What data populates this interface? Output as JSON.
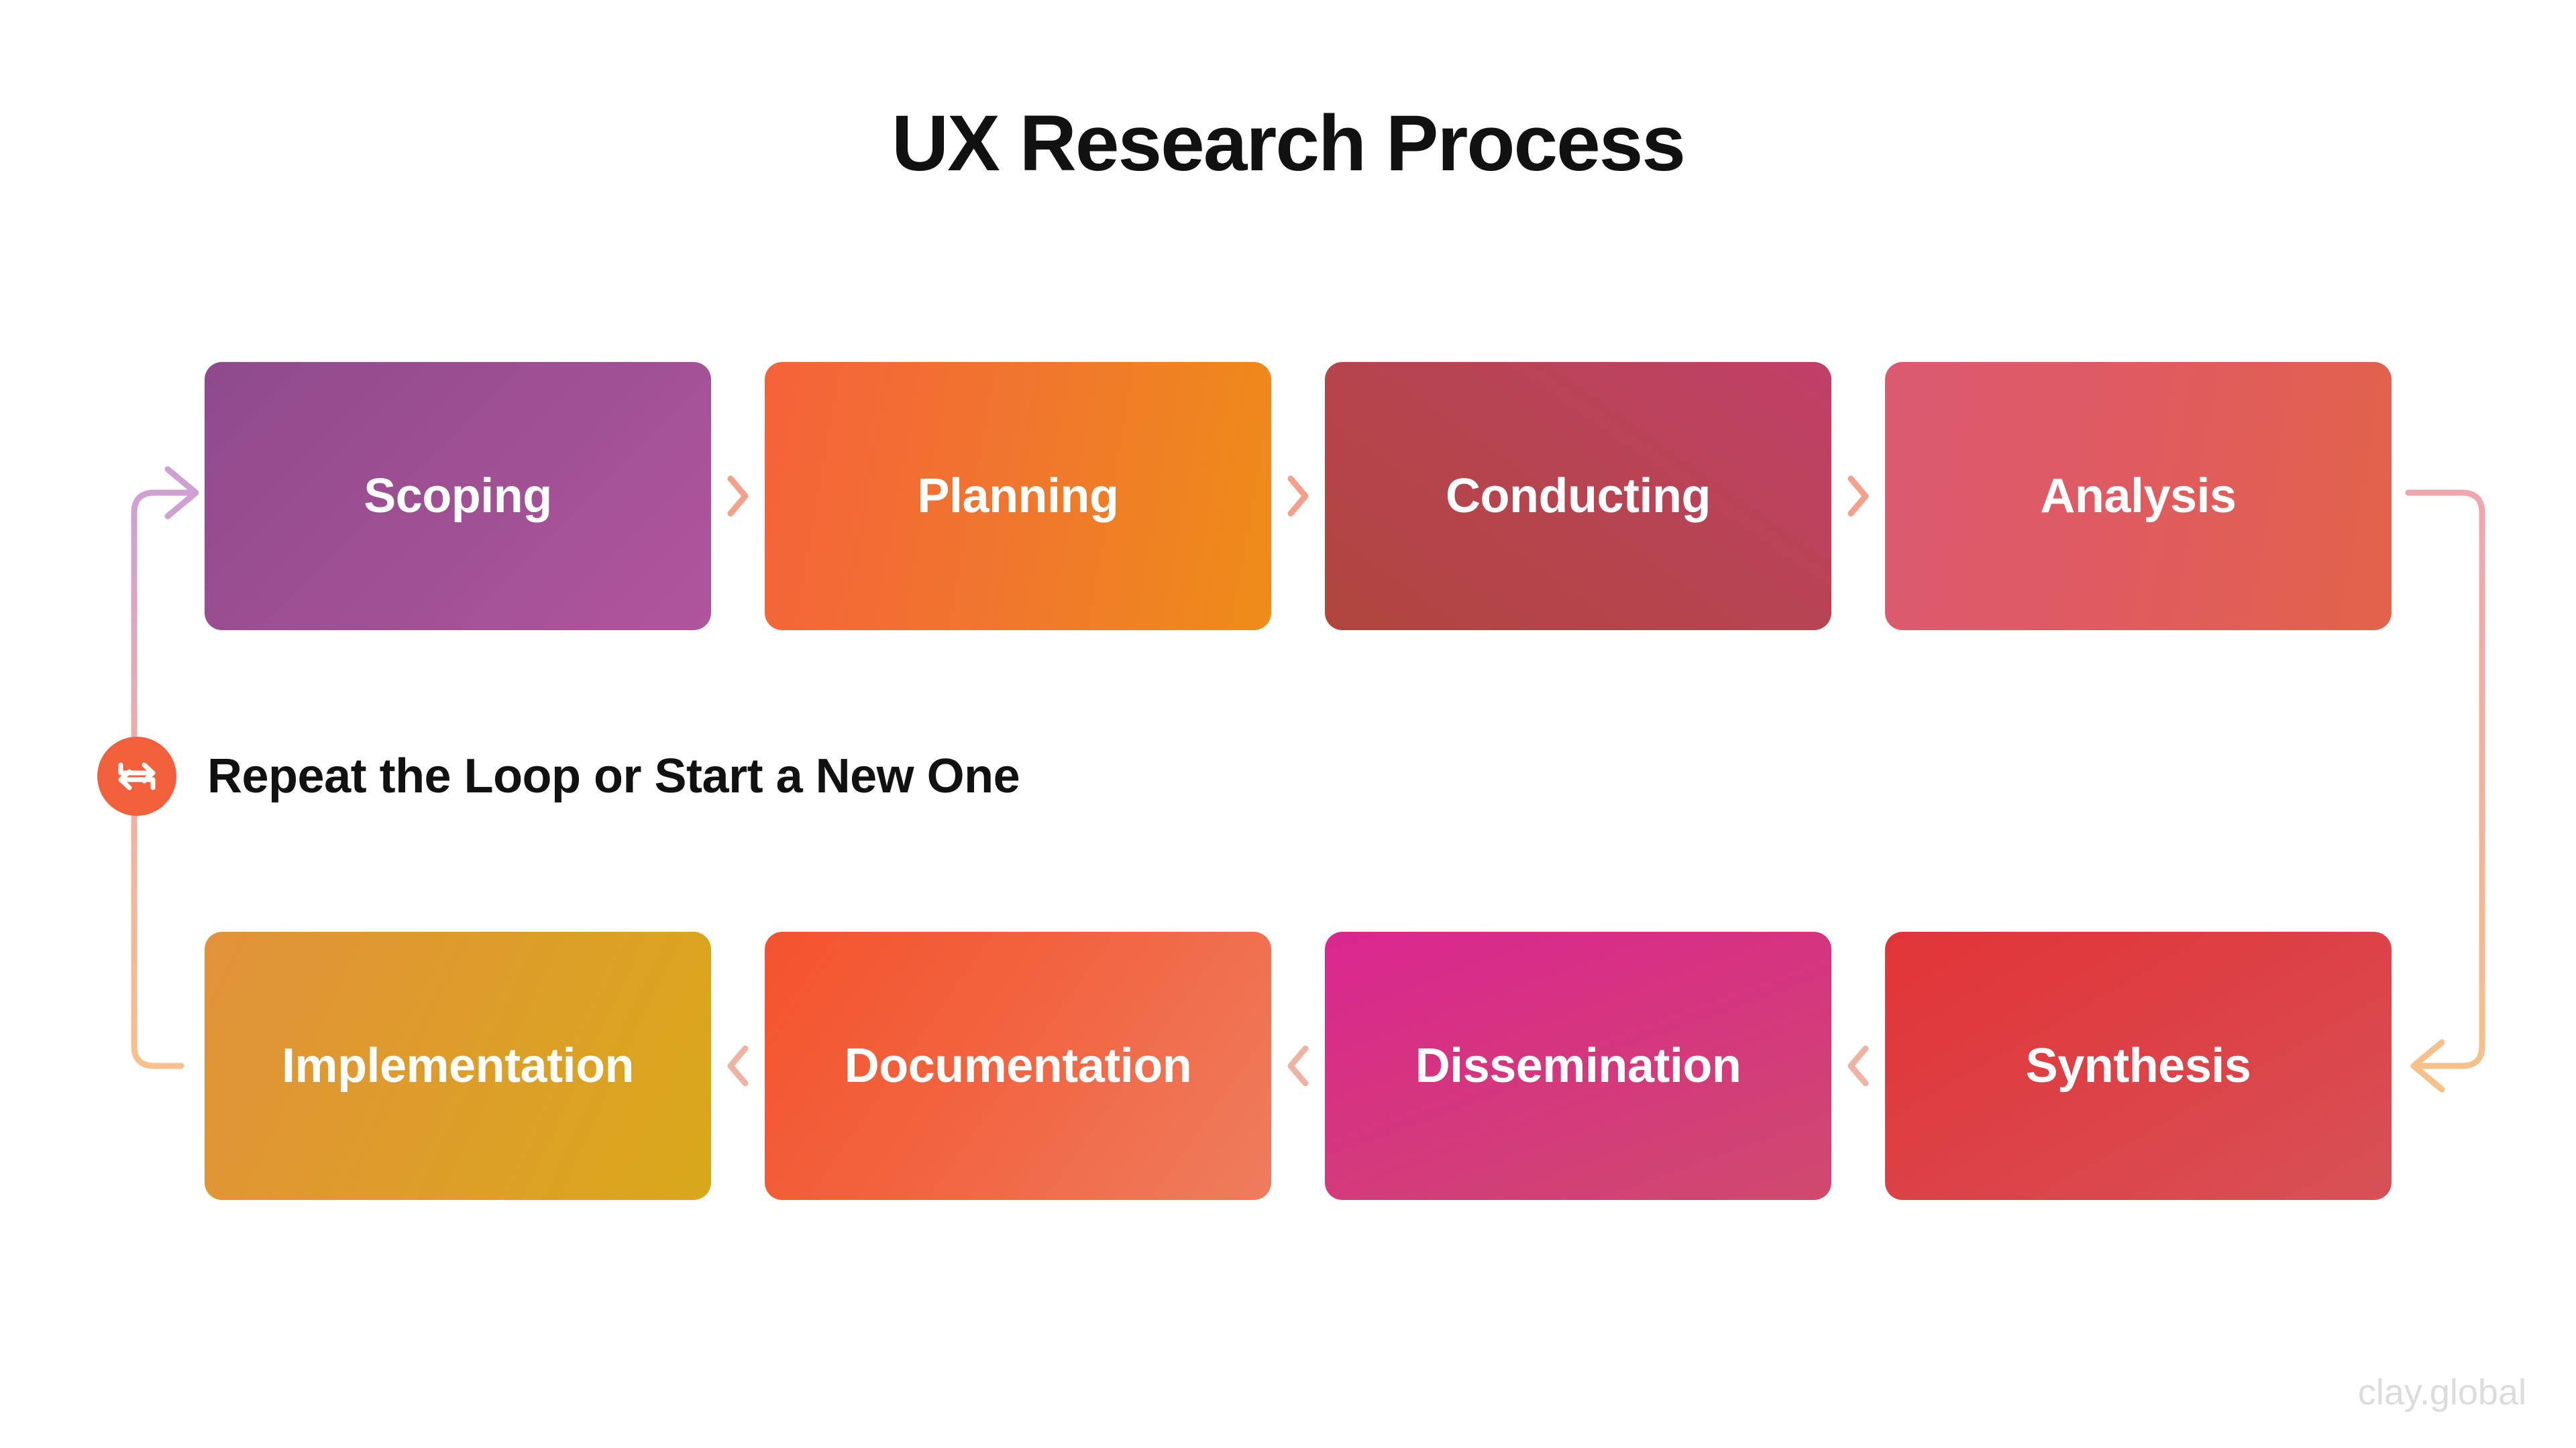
{
  "page": {
    "title": "UX Research Process",
    "watermark": "clay.global",
    "background_color": "#ffffff"
  },
  "diagram": {
    "type": "process-loop",
    "top_row": {
      "flow_direction": "left-to-right",
      "connector_icon": "chevron-right-icon",
      "connector_color": "#F4A08A",
      "nodes": [
        {
          "label": "Scoping",
          "color_start": "#8E4A8E",
          "color_end": "#B0559C"
        },
        {
          "label": "Planning",
          "color_start": "#F4623A",
          "color_end": "#EE8C18"
        },
        {
          "label": "Conducting",
          "color_start": "#B0453F",
          "color_end": "#C04069"
        },
        {
          "label": "Analysis",
          "color_start": "#DB5A72",
          "color_end": "#E2634A"
        }
      ]
    },
    "bottom_row": {
      "flow_direction": "right-to-left",
      "connector_icon": "chevron-left-icon",
      "connector_color": "#EFB3A4",
      "nodes": [
        {
          "label": "Implementation",
          "color_start": "#E2913A",
          "color_end": "#D8A81A"
        },
        {
          "label": "Documentation",
          "color_start": "#F4532C",
          "color_end": "#EE7D5E"
        },
        {
          "label": "Dissemination",
          "color_start": "#DB2690",
          "color_end": "#CF4A6E"
        },
        {
          "label": "Synthesis",
          "color_start": "#E23437",
          "color_end": "#D75158"
        }
      ]
    },
    "loop": {
      "label": "Repeat the Loop or Start a New One",
      "badge_icon": "repeat-loop-icon",
      "badge_color": "#F1603D",
      "right_connector": {
        "icon": "arrow-left-icon",
        "color_start": "#EFA6AE",
        "color_end": "#F6C08A",
        "description": "Analysis down to Synthesis"
      },
      "left_connector": {
        "icon": "arrow-right-icon",
        "color_start": "#F7C08D",
        "color_end": "#CFA0D2",
        "description": "Implementation up to Scoping"
      }
    }
  }
}
